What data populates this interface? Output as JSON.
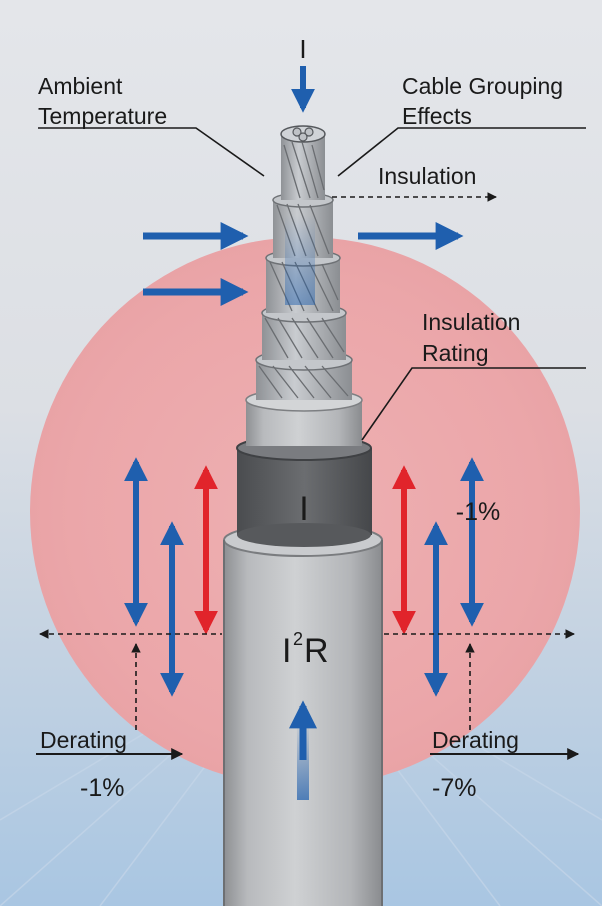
{
  "labels": {
    "current_top": "I",
    "ambient_line1": "Ambient",
    "ambient_line2": "Temperature",
    "grouping_line1": "Cable Grouping",
    "grouping_line2": "Effects",
    "insulation": "Insulation",
    "rating_line1": "Insulation",
    "rating_line2": "Rating",
    "core_current": "I",
    "i2r_base": "I",
    "i2r_sup": "2",
    "i2r_r": "R",
    "right_percent": "-1%",
    "derating_left": "Derating",
    "derating_left_value": "-1%",
    "derating_right": "Derating",
    "derating_right_value": "-7%"
  },
  "colors": {
    "background_top": "#e4e6ea",
    "background_bottom": "#a9c6e2",
    "heat_zone": "#eca9ab",
    "arrow_blue": "#1f5fae",
    "arrow_red": "#e1242b",
    "cable_sheath": "#b9bbbe",
    "cable_core_dark": "#5b5d60",
    "text": "#1a1a1a"
  }
}
